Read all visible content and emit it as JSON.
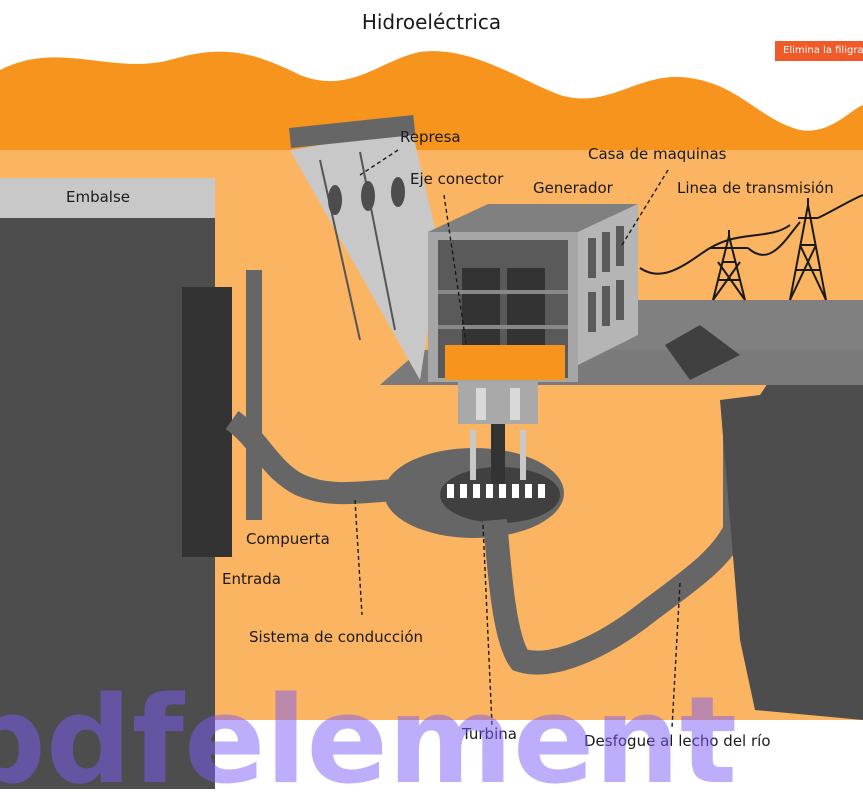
{
  "title": "Hidroeléctrica",
  "badge": "Elimina la filigrana",
  "labels": {
    "embalse": "Embalse",
    "represa": "Represa",
    "casa_maquinas": "Casa de maquinas",
    "eje_conector": "Eje conector",
    "generador": "Generador",
    "linea_transmision": "Linea de transmisión",
    "compuerta": "Compuerta",
    "entrada": "Entrada",
    "sistema_conduccion": "Sistema de conducción",
    "turbina": "Turbina",
    "desfogue": "Desfogue al lecho del río"
  },
  "watermark": "pdfelement",
  "colors": {
    "orange": "#f7941d",
    "light_orange": "#fbb461",
    "dark_gray": "#4d4d4d",
    "mid_gray": "#808080",
    "light_gray": "#c8c8c8",
    "watermark": "#7b5cf5"
  }
}
